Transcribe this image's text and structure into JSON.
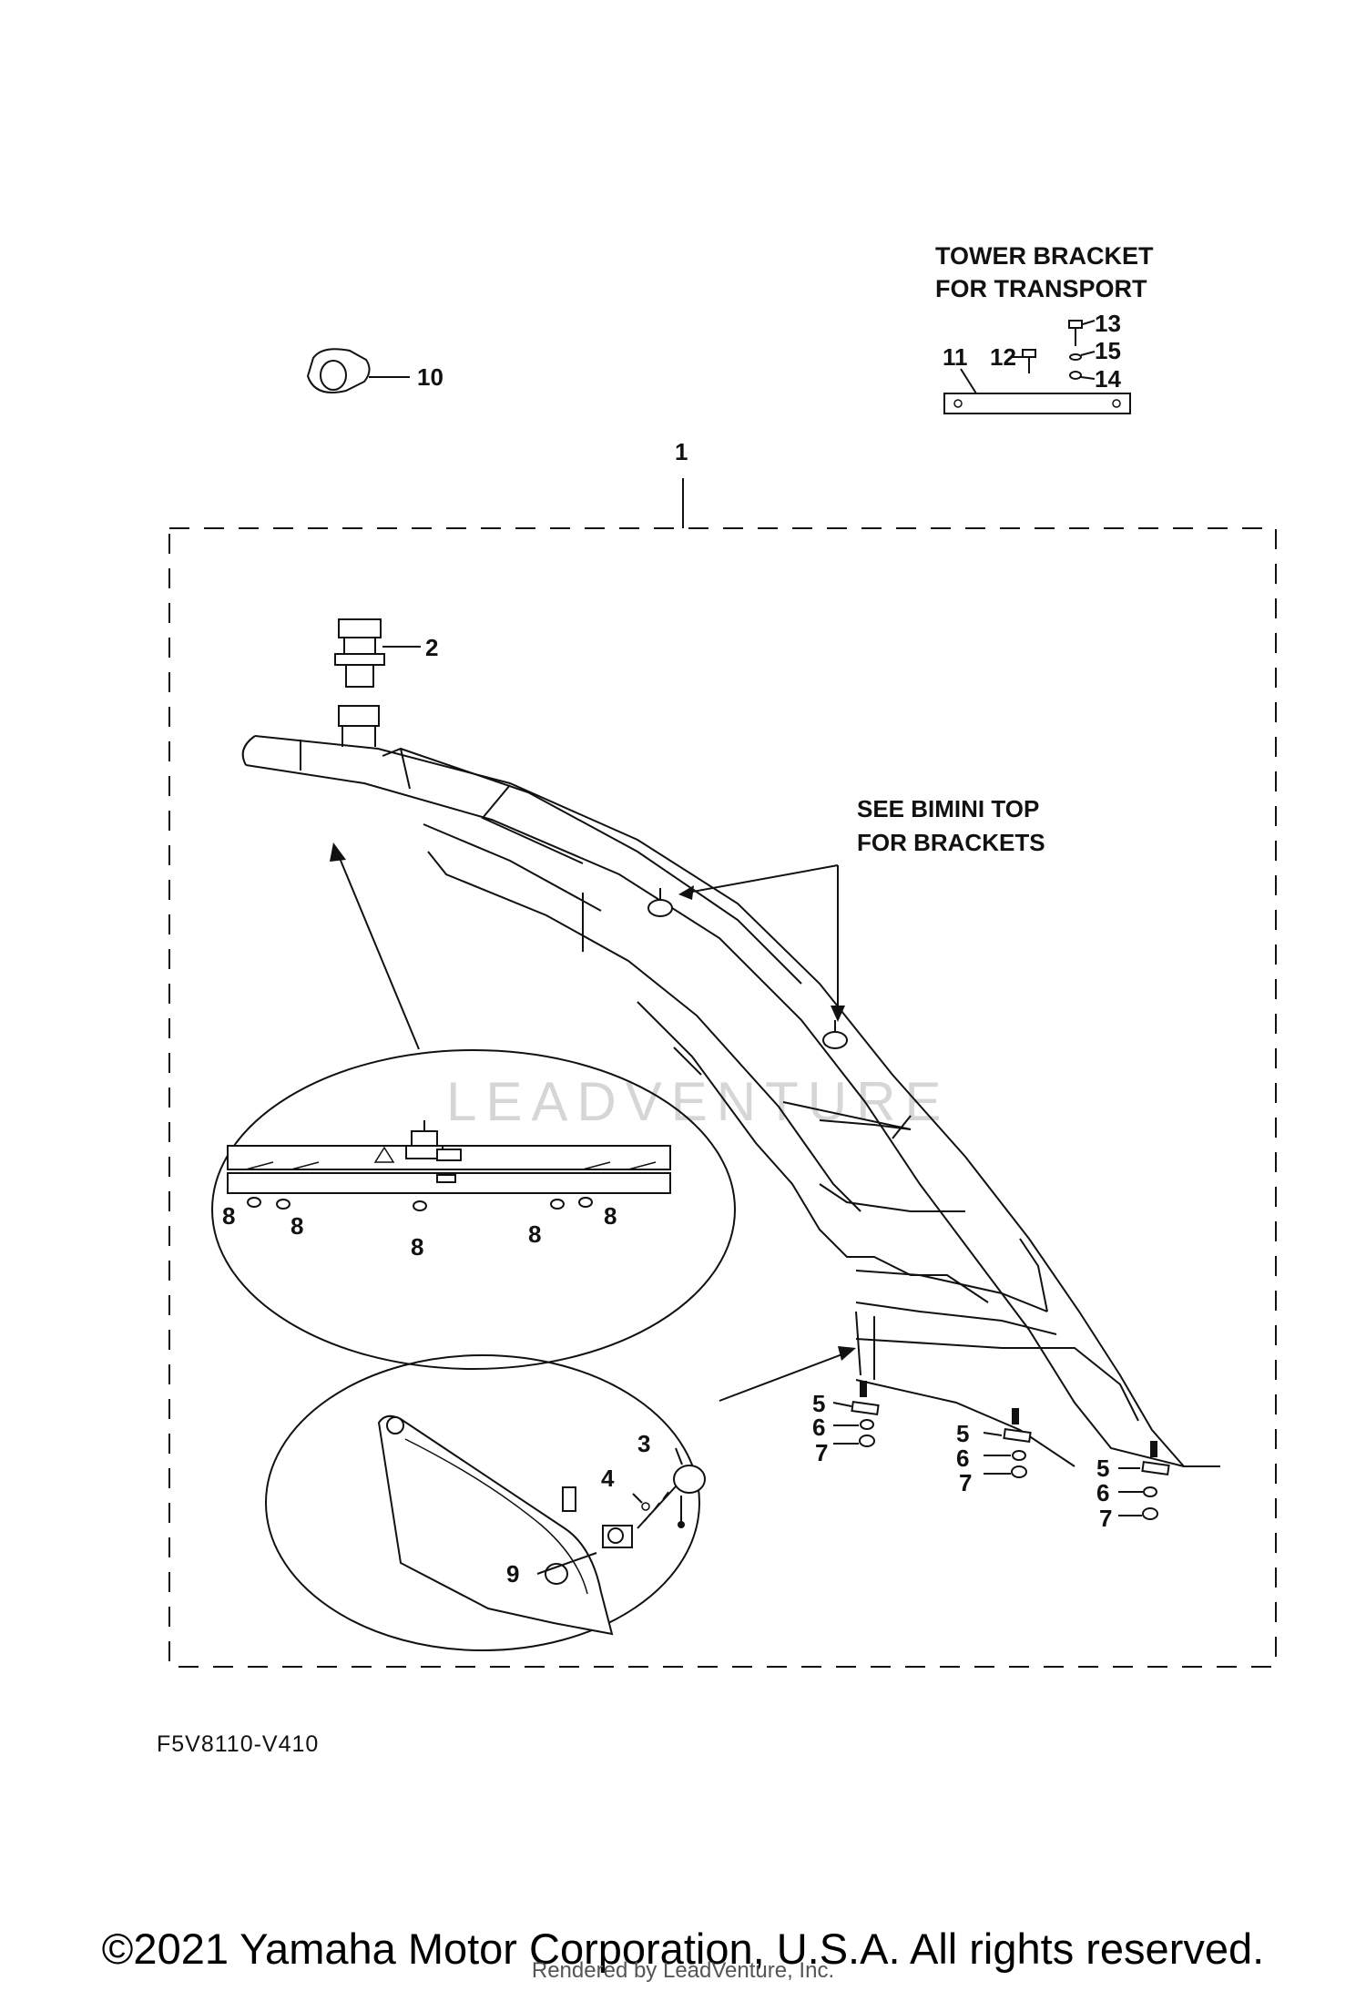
{
  "tower_bracket_heading": [
    "TOWER BRACKET",
    "FOR TRANSPORT"
  ],
  "bimini_note": [
    "SEE BIMINI TOP",
    "FOR BRACKETS"
  ],
  "watermark": "LEADVENTURE",
  "diagram_code": "F5V8110-V410",
  "copyright": "©2021 Yamaha Motor Corporation, U.S.A. All rights reserved.",
  "rendered_by": "Rendered by LeadVenture, Inc.",
  "callouts": {
    "c1": "1",
    "c2": "2",
    "c3": "3",
    "c4": "4",
    "c5a": "5",
    "c5b": "5",
    "c5c": "5",
    "c6a": "6",
    "c6b": "6",
    "c6c": "6",
    "c7a": "7",
    "c7b": "7",
    "c7c": "7",
    "c8a": "8",
    "c8b": "8",
    "c8c": "8",
    "c8d": "8",
    "c8e": "8",
    "c9": "9",
    "c10": "10",
    "c11": "11",
    "c12": "12",
    "c13": "13",
    "c14": "14",
    "c15": "15"
  }
}
